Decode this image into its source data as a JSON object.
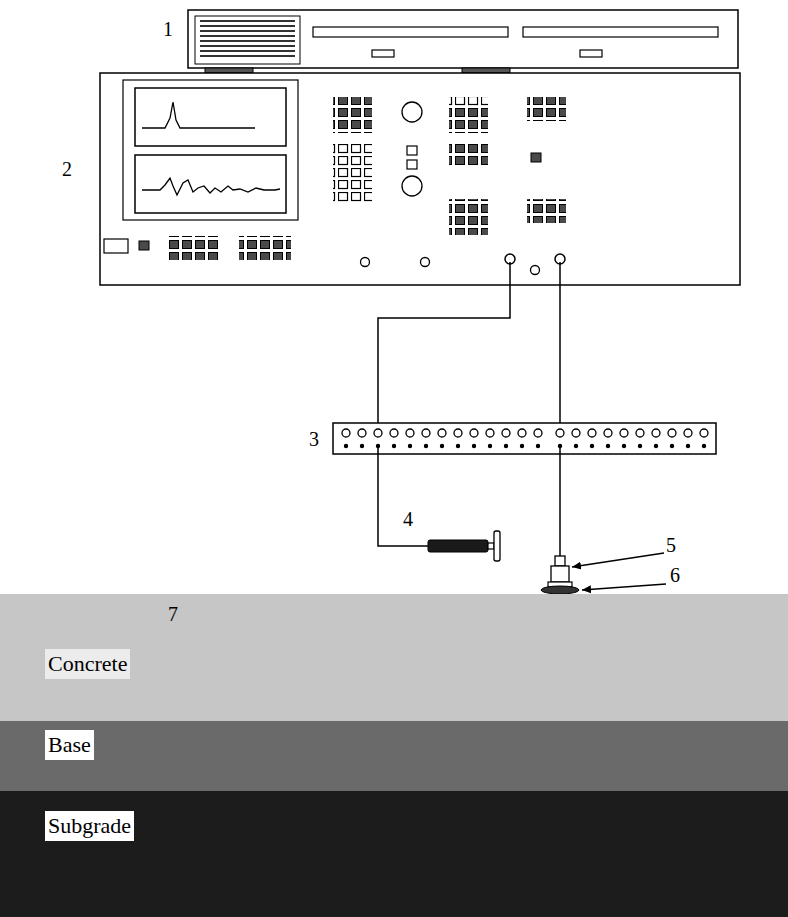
{
  "diagram": {
    "nodes": [
      {
        "text": [
          "Concrete"
        ]
      },
      {
        "text": [
          "Base"
        ]
      },
      {
        "text": [
          "Subgrade"
        ]
      }
    ],
    "labels": [
      "1",
      "2",
      "3",
      "4",
      "5",
      "6",
      "7"
    ]
  }
}
